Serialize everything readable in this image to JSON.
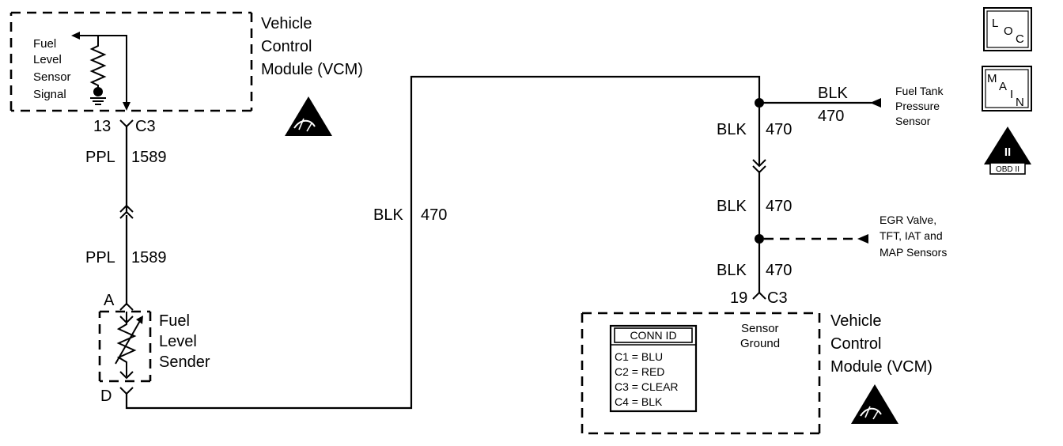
{
  "vcm_top": {
    "title_line1": "Vehicle",
    "title_line2": "Control",
    "title_line3": "Module (VCM)",
    "signal_label": [
      "Fuel",
      "Level",
      "Sensor",
      "Signal"
    ],
    "pin": "13",
    "connector": "C3"
  },
  "wire_ppl_upper": {
    "color": "PPL",
    "circuit": "1589"
  },
  "wire_ppl_lower": {
    "color": "PPL",
    "circuit": "1589"
  },
  "sender": {
    "label_line1": "Fuel",
    "label_line2": "Level",
    "label_line3": "Sender",
    "pin_top": "A",
    "pin_bottom": "D"
  },
  "wire_blk_center": {
    "color": "BLK",
    "circuit": "470"
  },
  "wire_blk_splice1_right": {
    "color": "BLK",
    "circuit": "470"
  },
  "fuel_tank_pressure": {
    "line1": "Fuel Tank",
    "line2": "Pressure",
    "line3": "Sensor"
  },
  "wire_blk_right_1": {
    "color": "BLK",
    "circuit": "470"
  },
  "wire_blk_right_2": {
    "color": "BLK",
    "circuit": "470"
  },
  "egr_dest": {
    "line1": "EGR Valve,",
    "line2": "TFT, IAT and",
    "line3": "MAP Sensors"
  },
  "wire_blk_right_3": {
    "color": "BLK",
    "circuit": "470"
  },
  "vcm_bottom": {
    "pin": "19",
    "connector": "C3",
    "sensor_ground_line1": "Sensor",
    "sensor_ground_line2": "Ground",
    "title_line1": "Vehicle",
    "title_line2": "Control",
    "title_line3": "Module (VCM)"
  },
  "conn_id_table": {
    "header": "CONN ID",
    "rows": [
      "C1 = BLU",
      "C2 = RED",
      "C3 = CLEAR",
      "C4 = BLK"
    ]
  },
  "side_icons": {
    "loc": {
      "l": "L",
      "o": "O",
      "c": "C"
    },
    "main": {
      "m": "M",
      "a": "A",
      "i": "I",
      "n": "N"
    },
    "obd": {
      "numeral": "II",
      "label": "OBD II"
    }
  }
}
